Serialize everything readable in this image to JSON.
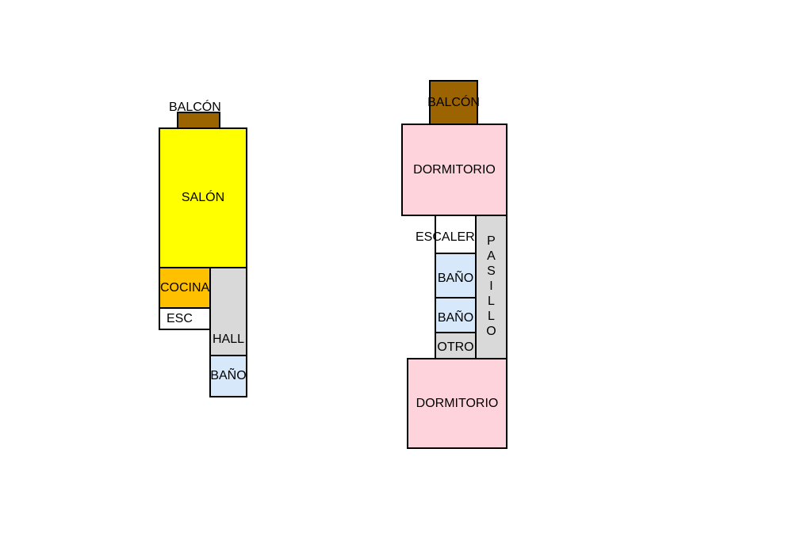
{
  "floor_left": {
    "balcon": "BALCÓN",
    "salon": "SALÓN",
    "cocina": "COCINA",
    "esc": "ESC",
    "hall": "HALL",
    "bano": "BAÑO"
  },
  "floor_right": {
    "balcon": "BALCÓN",
    "dormitorio_top": "DORMITORIO",
    "escalera": "ESCALERA",
    "pasillo": "PASILLO",
    "bano_1": "BAÑO",
    "bano_2": "BAÑO",
    "otro": "OTRO",
    "dormitorio_bottom": "DORMITORIO"
  },
  "colors": {
    "salon": "#ffff00",
    "cocina": "#ffc000",
    "balcon": "#9c6400",
    "hall": "#d9d9d9",
    "bano": "#d6e8fa",
    "dormitorio": "#ffd3dc",
    "escalera": "#ffffff",
    "otro": "#d9d9d9",
    "pasillo": "#d9d9d9"
  }
}
